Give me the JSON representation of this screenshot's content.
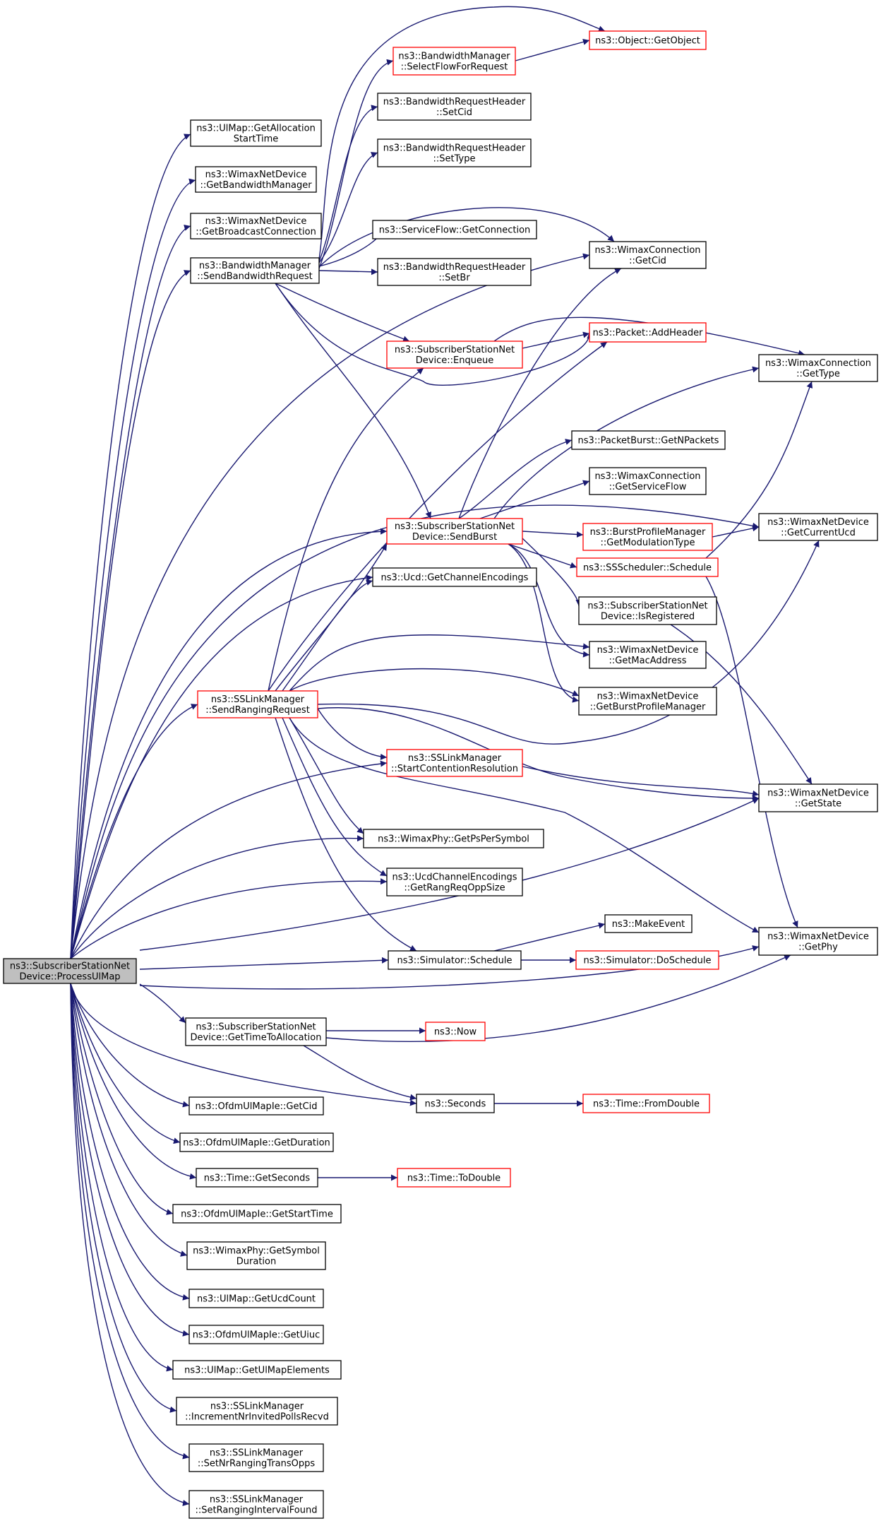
{
  "colors": {
    "edge": "#191970",
    "node_border": "#000000",
    "truncated_border": "#ff0000",
    "root_fill": "#bfbfbf"
  },
  "nodes": [
    {
      "id": "root",
      "lines": [
        "ns3::SubscriberStationNet",
        "Device::ProcessUlMap"
      ],
      "variant": "root"
    },
    {
      "id": "alloc_start",
      "lines": [
        "ns3::UlMap::GetAllocation",
        "StartTime"
      ],
      "variant": "normal"
    },
    {
      "id": "get_bw_mgr",
      "lines": [
        "ns3::WimaxNetDevice",
        "::GetBandwidthManager"
      ],
      "variant": "normal"
    },
    {
      "id": "get_bcast",
      "lines": [
        "ns3::WimaxNetDevice",
        "::GetBroadcastConnection"
      ],
      "variant": "normal"
    },
    {
      "id": "send_bw_req",
      "lines": [
        "ns3::BandwidthManager",
        "::SendBandwidthRequest"
      ],
      "variant": "normal"
    },
    {
      "id": "select_flow",
      "lines": [
        "ns3::BandwidthManager",
        "::SelectFlowForRequest"
      ],
      "variant": "truncated"
    },
    {
      "id": "get_object",
      "lines": [
        "ns3::Object::GetObject"
      ],
      "variant": "truncated"
    },
    {
      "id": "brh_setcid",
      "lines": [
        "ns3::BandwidthRequestHeader",
        "::SetCid"
      ],
      "variant": "normal"
    },
    {
      "id": "brh_settype",
      "lines": [
        "ns3::BandwidthRequestHeader",
        "::SetType"
      ],
      "variant": "normal"
    },
    {
      "id": "sf_getconn",
      "lines": [
        "ns3::ServiceFlow::GetConnection"
      ],
      "variant": "normal"
    },
    {
      "id": "wc_getcid",
      "lines": [
        "ns3::WimaxConnection",
        "::GetCid"
      ],
      "variant": "normal"
    },
    {
      "id": "brh_setbr",
      "lines": [
        "ns3::BandwidthRequestHeader",
        "::SetBr"
      ],
      "variant": "normal"
    },
    {
      "id": "enqueue",
      "lines": [
        "ns3::SubscriberStationNet",
        "Device::Enqueue"
      ],
      "variant": "truncated"
    },
    {
      "id": "add_header",
      "lines": [
        "ns3::Packet::AddHeader"
      ],
      "variant": "truncated"
    },
    {
      "id": "wc_gettype",
      "lines": [
        "ns3::WimaxConnection",
        "::GetType"
      ],
      "variant": "normal"
    },
    {
      "id": "pb_getn",
      "lines": [
        "ns3::PacketBurst::GetNPackets"
      ],
      "variant": "normal"
    },
    {
      "id": "wc_getsf",
      "lines": [
        "ns3::WimaxConnection",
        "::GetServiceFlow"
      ],
      "variant": "normal"
    },
    {
      "id": "send_burst",
      "lines": [
        "ns3::SubscriberStationNet",
        "Device::SendBurst"
      ],
      "variant": "truncated"
    },
    {
      "id": "bpm_getmod",
      "lines": [
        "ns3::BurstProfileManager",
        "::GetModulationType"
      ],
      "variant": "truncated"
    },
    {
      "id": "get_cur_ucd",
      "lines": [
        "ns3::WimaxNetDevice",
        "::GetCurrentUcd"
      ],
      "variant": "normal"
    },
    {
      "id": "ss_sched",
      "lines": [
        "ns3::SSScheduler::Schedule"
      ],
      "variant": "truncated"
    },
    {
      "id": "ucd_getch",
      "lines": [
        "ns3::Ucd::GetChannelEncodings"
      ],
      "variant": "normal"
    },
    {
      "id": "is_reg",
      "lines": [
        "ns3::SubscriberStationNet",
        "Device::IsRegistered"
      ],
      "variant": "normal"
    },
    {
      "id": "get_mac",
      "lines": [
        "ns3::WimaxNetDevice",
        "::GetMacAddress"
      ],
      "variant": "normal"
    },
    {
      "id": "send_rang",
      "lines": [
        "ns3::SSLinkManager",
        "::SendRangingRequest"
      ],
      "variant": "truncated"
    },
    {
      "id": "get_bpm",
      "lines": [
        "ns3::WimaxNetDevice",
        "::GetBurstProfileManager"
      ],
      "variant": "normal"
    },
    {
      "id": "start_cr",
      "lines": [
        "ns3::SSLinkManager",
        "::StartContentionResolution"
      ],
      "variant": "truncated"
    },
    {
      "id": "get_state",
      "lines": [
        "ns3::WimaxNetDevice",
        "::GetState"
      ],
      "variant": "normal"
    },
    {
      "id": "ps_per_sym",
      "lines": [
        "ns3::WimaxPhy::GetPsPerSymbol"
      ],
      "variant": "normal"
    },
    {
      "id": "rang_opp",
      "lines": [
        "ns3::UcdChannelEncodings",
        "::GetRangReqOppSize"
      ],
      "variant": "normal"
    },
    {
      "id": "make_event",
      "lines": [
        "ns3::MakeEvent"
      ],
      "variant": "normal"
    },
    {
      "id": "get_phy",
      "lines": [
        "ns3::WimaxNetDevice",
        "::GetPhy"
      ],
      "variant": "normal"
    },
    {
      "id": "sim_sched",
      "lines": [
        "ns3::Simulator::Schedule"
      ],
      "variant": "normal"
    },
    {
      "id": "do_sched",
      "lines": [
        "ns3::Simulator::DoSchedule"
      ],
      "variant": "truncated"
    },
    {
      "id": "time_to_alloc",
      "lines": [
        "ns3::SubscriberStationNet",
        "Device::GetTimeToAllocation"
      ],
      "variant": "normal"
    },
    {
      "id": "now",
      "lines": [
        "ns3::Now"
      ],
      "variant": "truncated"
    },
    {
      "id": "ofdm_cid",
      "lines": [
        "ns3::OfdmUlMapIe::GetCid"
      ],
      "variant": "normal"
    },
    {
      "id": "seconds",
      "lines": [
        "ns3::Seconds"
      ],
      "variant": "normal"
    },
    {
      "id": "from_double",
      "lines": [
        "ns3::Time::FromDouble"
      ],
      "variant": "truncated"
    },
    {
      "id": "ofdm_dur",
      "lines": [
        "ns3::OfdmUlMapIe::GetDuration"
      ],
      "variant": "normal"
    },
    {
      "id": "time_getsec",
      "lines": [
        "ns3::Time::GetSeconds"
      ],
      "variant": "normal"
    },
    {
      "id": "to_double",
      "lines": [
        "ns3::Time::ToDouble"
      ],
      "variant": "truncated"
    },
    {
      "id": "ofdm_start",
      "lines": [
        "ns3::OfdmUlMapIe::GetStartTime"
      ],
      "variant": "normal"
    },
    {
      "id": "sym_dur",
      "lines": [
        "ns3::WimaxPhy::GetSymbol",
        "Duration"
      ],
      "variant": "normal"
    },
    {
      "id": "ucd_count",
      "lines": [
        "ns3::UlMap::GetUcdCount"
      ],
      "variant": "normal"
    },
    {
      "id": "ofdm_uiuc",
      "lines": [
        "ns3::OfdmUlMapIe::GetUiuc"
      ],
      "variant": "normal"
    },
    {
      "id": "ulmap_elems",
      "lines": [
        "ns3::UlMap::GetUlMapElements"
      ],
      "variant": "normal"
    },
    {
      "id": "incr_polls",
      "lines": [
        "ns3::SSLinkManager",
        "::IncrementNrInvitedPollsRecvd"
      ],
      "variant": "normal"
    },
    {
      "id": "set_nr_rang",
      "lines": [
        "ns3::SSLinkManager",
        "::SetNrRangingTransOpps"
      ],
      "variant": "normal"
    },
    {
      "id": "set_rang_found",
      "lines": [
        "ns3::SSLinkManager",
        "::SetRangingIntervalFound"
      ],
      "variant": "normal"
    }
  ]
}
